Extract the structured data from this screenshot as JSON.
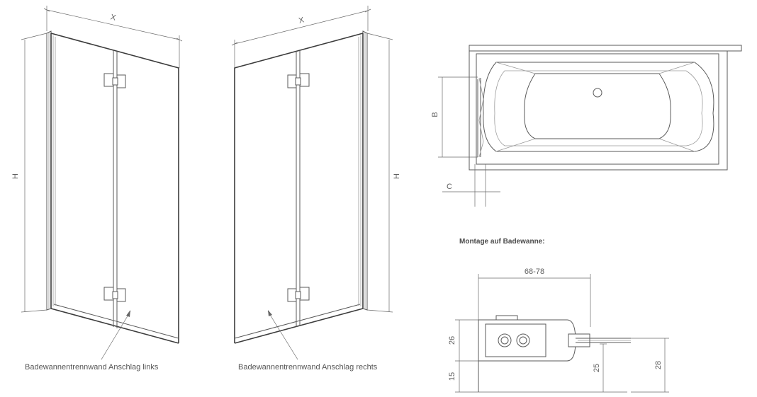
{
  "dimensions": {
    "width": "X",
    "height": "H",
    "depth": "B",
    "offset": "C",
    "range": "68-78",
    "d26": "26",
    "d15": "15",
    "d25": "25",
    "d28": "28"
  },
  "labels": {
    "left_door": "Badewannentrennwand Anschlag links",
    "right_door": "Badewannentrennwand Anschlag rechts",
    "mounting_title": "Montage auf Badewanne:"
  }
}
